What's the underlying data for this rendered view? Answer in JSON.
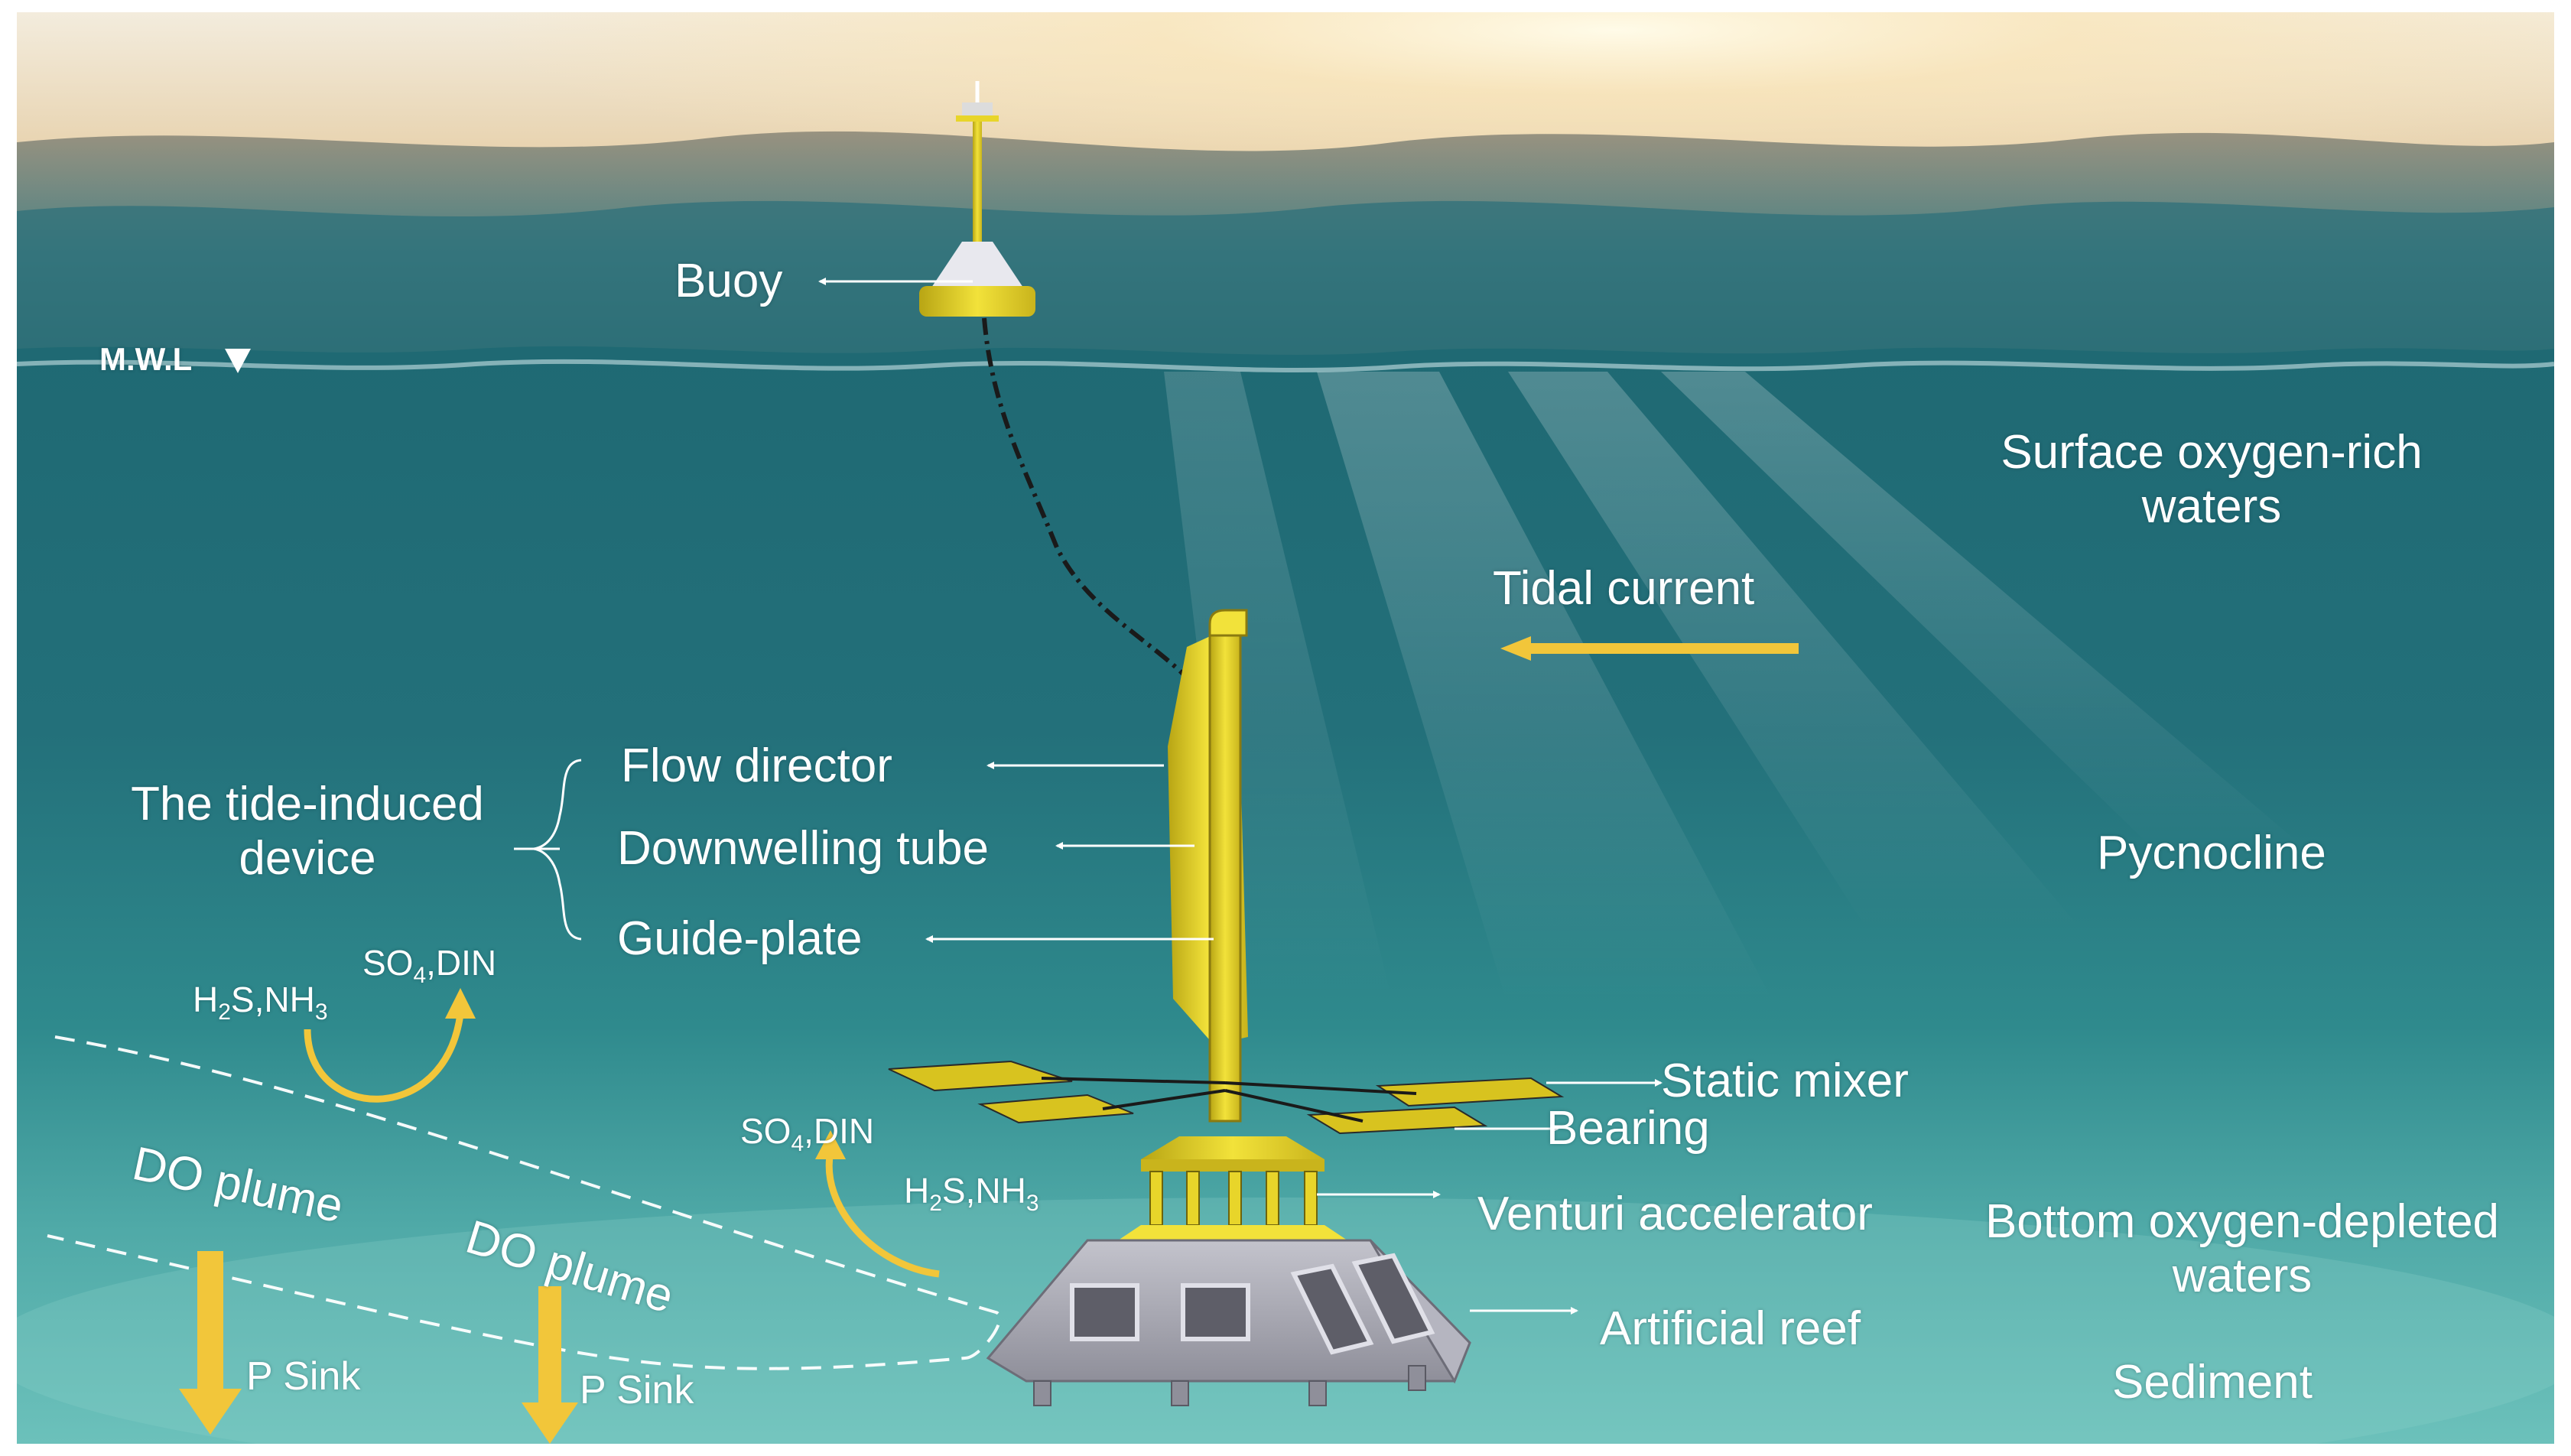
{
  "labels": {
    "mwl": "M.W.L",
    "buoy": "Buoy",
    "surface_waters_line1": "Surface oxygen-rich",
    "surface_waters_line2": "waters",
    "tidal_current": "Tidal current",
    "device_line1": "The tide-induced",
    "device_line2": "device",
    "flow_director": "Flow director",
    "downwelling_tube": "Downwelling tube",
    "guide_plate": "Guide-plate",
    "pycnocline": "Pycnocline",
    "static_mixer": "Static mixer",
    "bearing": "Bearing",
    "venturi_accelerator": "Venturi accelerator",
    "bottom_waters_line1": "Bottom oxygen-depleted",
    "bottom_waters_line2": "waters",
    "artificial_reef": "Artificial reef",
    "sediment": "Sediment",
    "do_plume_1": "DO plume",
    "do_plume_2": "DO plume",
    "p_sink_1": "P Sink",
    "p_sink_2": "P Sink"
  },
  "chem": {
    "left_top": {
      "a": "SO",
      "a_sub": "4",
      "a_rest": ",DIN"
    },
    "left_bottom": {
      "a": "H",
      "a_sub": "2",
      "a_rest": "S,NH",
      "b_sub": "3"
    },
    "mid_top": {
      "a": "SO",
      "a_sub": "4",
      "a_rest": ",DIN"
    },
    "mid_bottom": {
      "a": "H",
      "a_sub": "2",
      "a_rest": "S,NH",
      "b_sub": "3"
    }
  },
  "colors": {
    "water_top": "#2f7f8a",
    "water_mid": "#1f6e78",
    "water_bottom": "#5fb8b4",
    "device_yellow": "#e8d52a",
    "arrow_gold": "#f2c63a",
    "reef_grey": "#a9a9b4"
  }
}
